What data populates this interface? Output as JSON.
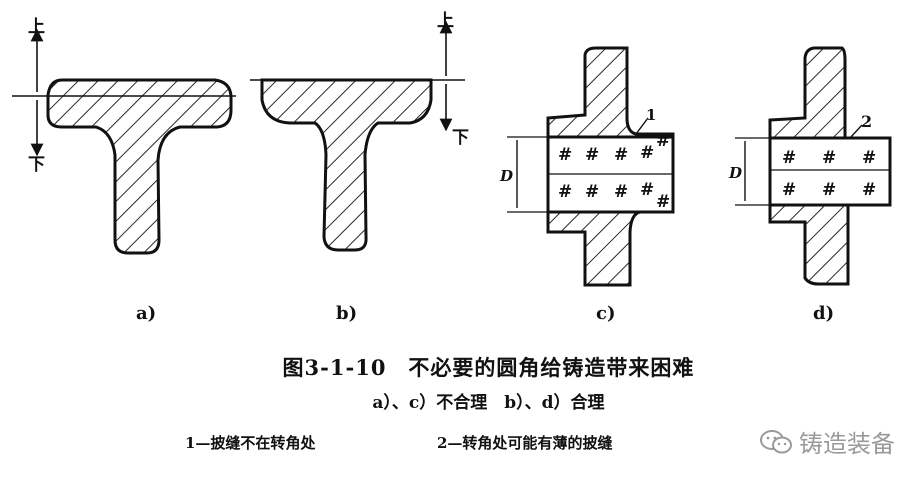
{
  "labels": {
    "up": "上",
    "down": "下",
    "D": "D",
    "mark1": "1",
    "mark2": "2",
    "hash": "#"
  },
  "subfigures": [
    "a)",
    "b)",
    "c)",
    "d)"
  ],
  "caption": {
    "title": "图3-1-10　不必要的圆角给铸造带来困难",
    "subtitle": "a）、c）不合理　b）、d）合理",
    "note1": "1—披缝不在转角处",
    "note2": "2—转角处可能有薄的披缝"
  },
  "watermark": {
    "text": "铸造装备",
    "icon": "wechat-icon"
  },
  "colors": {
    "ink": "#111111",
    "background": "#ffffff",
    "watermark": "#9a9a9a"
  }
}
